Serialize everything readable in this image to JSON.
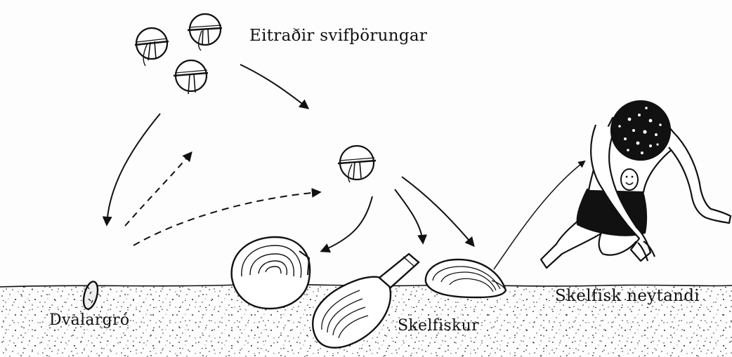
{
  "labels": {
    "plankton": "Eitraðir svifþörungar",
    "cyst": "Dvalargró",
    "shellfish": "Skelfiskur",
    "consumer": "Skelfisk neytandi"
  },
  "colors": {
    "ink": "#111111",
    "paper": "#fdfdfd"
  }
}
